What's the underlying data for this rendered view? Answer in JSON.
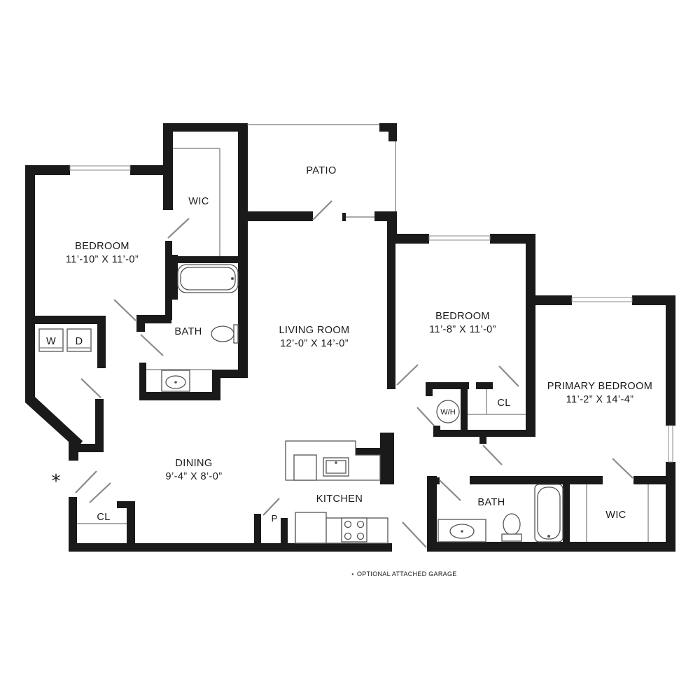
{
  "rooms": {
    "bedroom_left": {
      "name": "BEDROOM",
      "dims": "11’-10” X 11’-0”"
    },
    "wic_left": {
      "name": "WIC"
    },
    "patio": {
      "name": "PATIO"
    },
    "bath_left": {
      "name": "BATH"
    },
    "living": {
      "name": "LIVING ROOM",
      "dims": "12’-0” X 14’-0”"
    },
    "bedroom_mid": {
      "name": "BEDROOM",
      "dims": "11’-8” X 11’-0”"
    },
    "primary_bedroom": {
      "name": "PRIMARY BEDROOM",
      "dims": "11’-2” X 14’-4”"
    },
    "dining": {
      "name": "DINING",
      "dims": "9’-4” X 8’-0”"
    },
    "kitchen": {
      "name": "KITCHEN"
    },
    "bath_right": {
      "name": "BATH"
    },
    "wic_right": {
      "name": "WIC"
    },
    "closet_mid": {
      "name": "CL"
    },
    "closet_dining": {
      "name": "CL"
    },
    "pantry": {
      "name": "P"
    }
  },
  "appliances": {
    "washer": "W",
    "dryer": "D",
    "water_heater": "W/H"
  },
  "footnote": {
    "marker": "*",
    "star": "⋆",
    "text": "OPTIONAL ATTACHED GARAGE"
  },
  "colors": {
    "wall": "#1a1a1a",
    "background": "#ffffff"
  }
}
